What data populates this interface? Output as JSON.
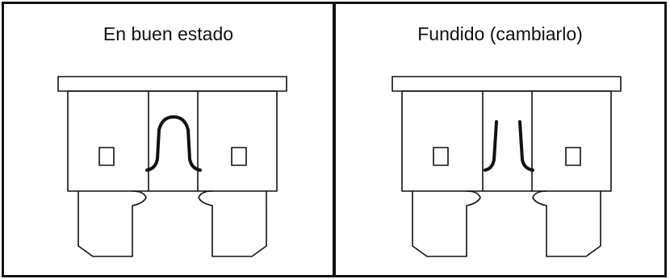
{
  "panels": [
    {
      "title": "En buen estado",
      "state": "intact"
    },
    {
      "title": "Fundido (cambiarlo)",
      "state": "blown"
    }
  ],
  "colors": {
    "line": "#111111",
    "background": "#ffffff"
  }
}
